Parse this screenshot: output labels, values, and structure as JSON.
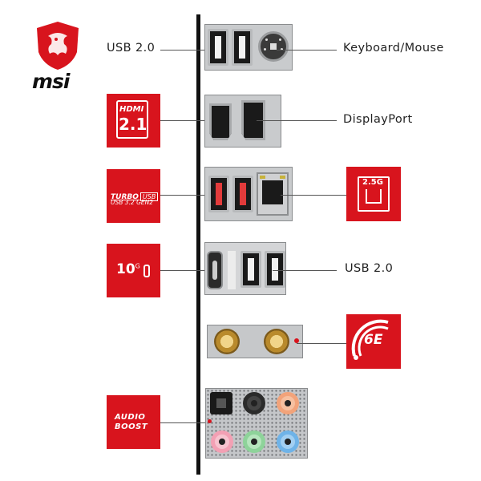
{
  "brand": {
    "logo_text": "msi",
    "accent": "#d8141d"
  },
  "labels": {
    "usb20_top": "USB 2.0",
    "keyboard_mouse": "Keyboard/Mouse",
    "displayport": "DisplayPort",
    "usb20_mid": "USB 2.0"
  },
  "badges": {
    "hdmi": {
      "line1": "HDMI",
      "line2": "2.1"
    },
    "turbo": {
      "line1": "TURBO",
      "line1b": "USB",
      "line2": "USB 3.2 GEN2"
    },
    "lan": {
      "text": "2.5G"
    },
    "tengig": {
      "text": "10",
      "sup": "G"
    },
    "wifi": {
      "text": "6E"
    },
    "audio": {
      "line1": "AUDIO",
      "line2": "BOOST"
    }
  },
  "icons": {
    "logo": "msi-dragon-shield-icon",
    "hdmi": "hdmi-icon",
    "lan": "ethernet-port-icon",
    "wifi": "wifi-6e-icon"
  }
}
